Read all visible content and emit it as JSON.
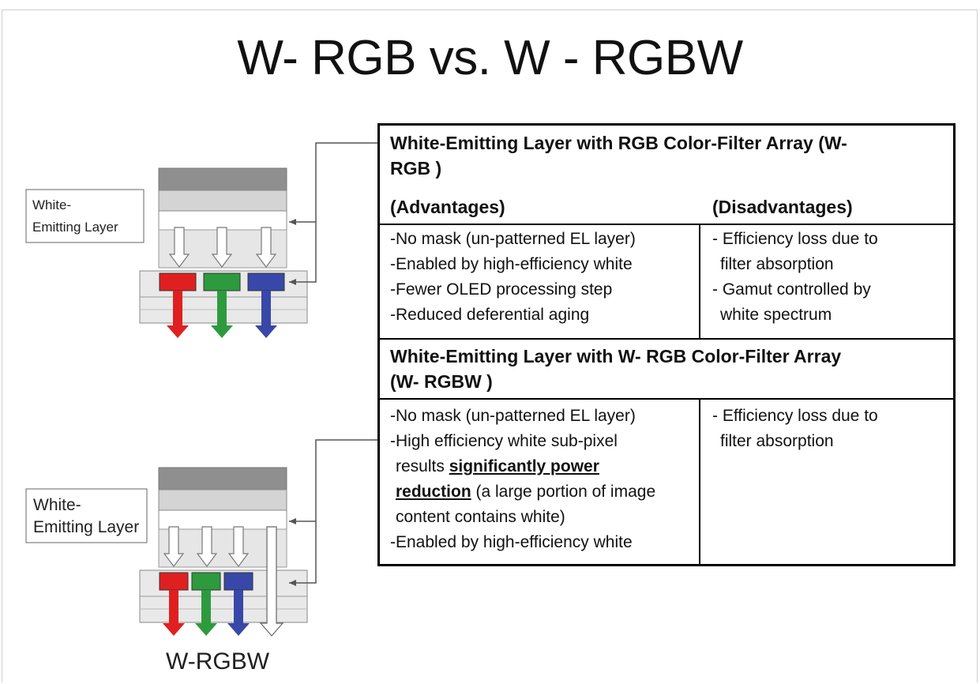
{
  "title": "W- RGB vs. W - RGBW",
  "diagram_top": {
    "layer_label_line1": "White-",
    "layer_label_line2": "Emitting Layer"
  },
  "diagram_bottom": {
    "layer_label_line1": "White-",
    "layer_label_line2": "Emitting Layer",
    "caption": "W-RGBW"
  },
  "colors": {
    "red": "#e02020",
    "green": "#2e9a3e",
    "blue": "#3848a8"
  },
  "table": {
    "section1": {
      "heading_line1": "White-Emitting Layer with RGB Color-Filter Array (W-",
      "heading_line2": "RGB )",
      "advantages_label": "(Advantages)",
      "disadvantages_label": "(Disadvantages)",
      "advantages": [
        "-No mask (un-patterned EL layer)",
        "-Enabled by high-efficiency white",
        "-Fewer OLED processing step",
        "-Reduced deferential aging"
      ],
      "disadvantages": [
        "- Efficiency loss due to",
        "filter absorption",
        "- Gamut controlled by",
        "white spectrum"
      ]
    },
    "section2": {
      "heading_line1": "White-Emitting Layer with W- RGB Color-Filter Array",
      "heading_line2": "(W- RGBW )",
      "advantages": {
        "line1": "-No mask (un-patterned EL layer)",
        "line2": "-High efficiency white sub-pixel",
        "line3_pre": "results ",
        "line3_bold": "significantly power",
        "line4_bold": "reduction",
        "line4_post": " (a large portion of image",
        "line5": "content contains white)",
        "line6": "-Enabled by high-efficiency white"
      },
      "disadvantages": [
        "- Efficiency loss due to",
        "filter absorption"
      ]
    }
  }
}
